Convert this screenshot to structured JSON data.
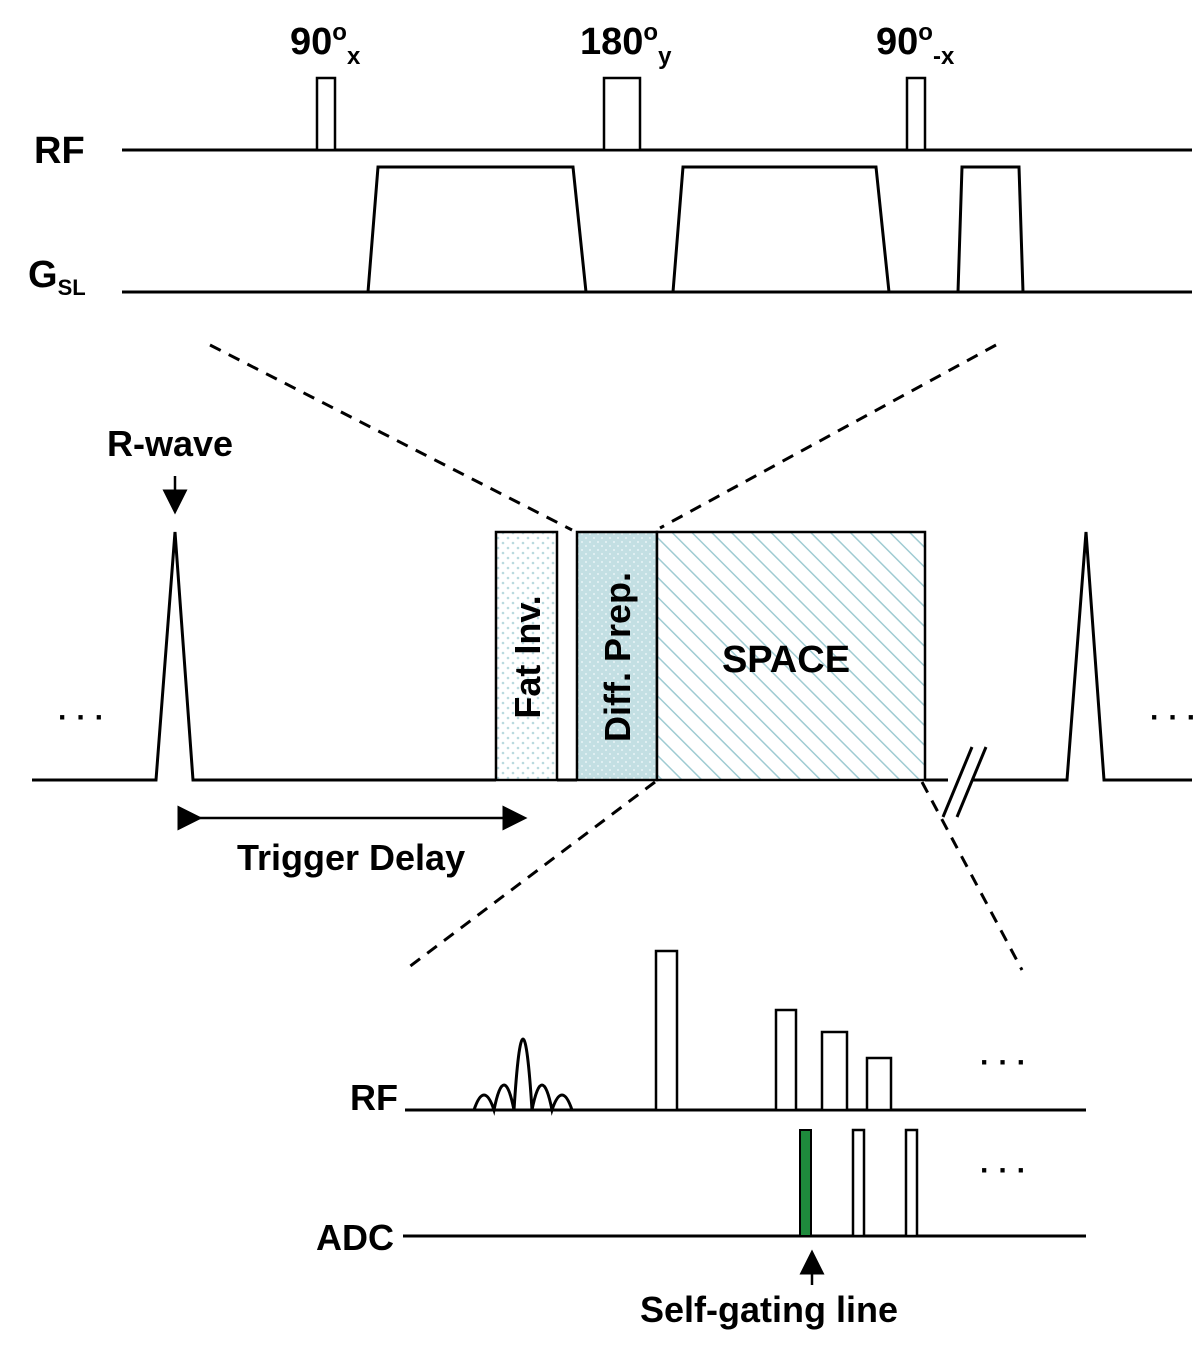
{
  "top_panel": {
    "rf_label": "RF",
    "gsl_label_main": "G",
    "gsl_label_sub": "SL",
    "pulses": [
      {
        "main": "90",
        "sup": "o",
        "sub": "x"
      },
      {
        "main": "180",
        "sup": "o",
        "sub": "y"
      },
      {
        "main": "90",
        "sup": "o",
        "sub": "-x"
      }
    ]
  },
  "middle_panel": {
    "r_wave_label": "R-wave",
    "trigger_delay_label": "Trigger Delay",
    "blocks": {
      "fat_inv": "Fat Inv.",
      "diff_prep": "Diff. Prep.",
      "space": "SPACE"
    },
    "ellipsis": "· · ·"
  },
  "bottom_panel": {
    "rf_label": "RF",
    "adc_label": "ADC",
    "self_gating_label": "Self-gating line",
    "ellipsis": "· · ·"
  },
  "colors": {
    "diff_prep_fill": "#c3dfe3",
    "space_hatch": "#9fcbd2",
    "fat_inv_dots": "#cfe6ea",
    "self_gating_line": "#1e8a3c"
  }
}
